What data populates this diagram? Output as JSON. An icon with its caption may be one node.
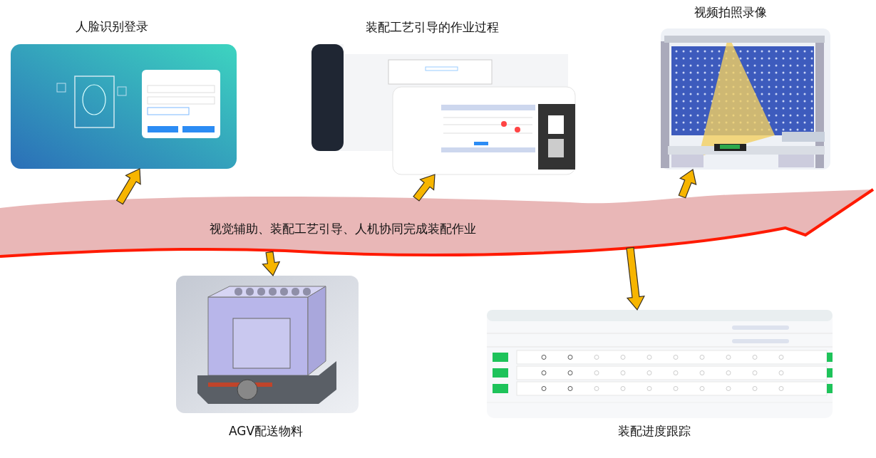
{
  "diagram": {
    "nodes": [
      {
        "text": [
          "视觉辅助、装配工艺引导、人机协同完成装配作业"
        ]
      },
      {
        "text": [
          "人脸识别登录"
        ]
      },
      {
        "text": [
          "装配工艺引导的作业过程"
        ]
      },
      {
        "text": [
          "视频拍照录像"
        ]
      },
      {
        "text": [
          "AGV配送物料"
        ]
      },
      {
        "text": [
          "装配进度跟踪"
        ]
      }
    ],
    "edges": [
      {
        "from": 0,
        "to": 1,
        "arrow": "to"
      },
      {
        "from": 0,
        "to": 2,
        "arrow": "to"
      },
      {
        "from": 0,
        "to": 3,
        "arrow": "to"
      },
      {
        "from": 0,
        "to": 4,
        "arrow": "to"
      },
      {
        "from": 0,
        "to": 5,
        "arrow": "to"
      }
    ]
  }
}
